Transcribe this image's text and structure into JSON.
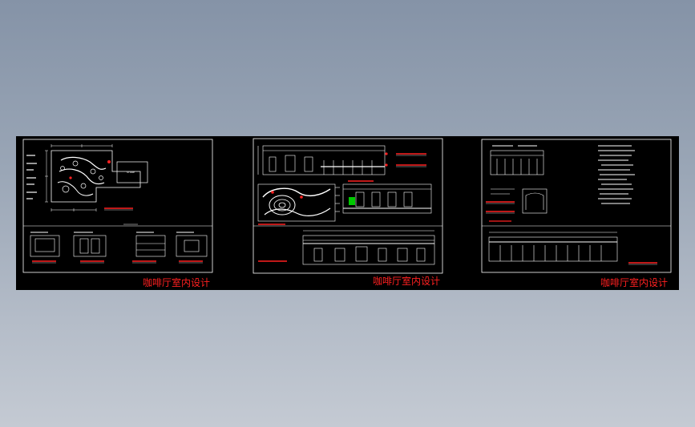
{
  "sheets": [
    {
      "title": "咖啡厅室内设计"
    },
    {
      "title": "咖啡厅室内设计"
    },
    {
      "title": "咖啡厅室内设计"
    }
  ],
  "colors": {
    "background_top": "#8593a7",
    "background_bottom": "#c4cad3",
    "canvas": "#000000",
    "linework": "#ffffff",
    "annotation": "#ff2020",
    "highlight": "#00c800"
  }
}
